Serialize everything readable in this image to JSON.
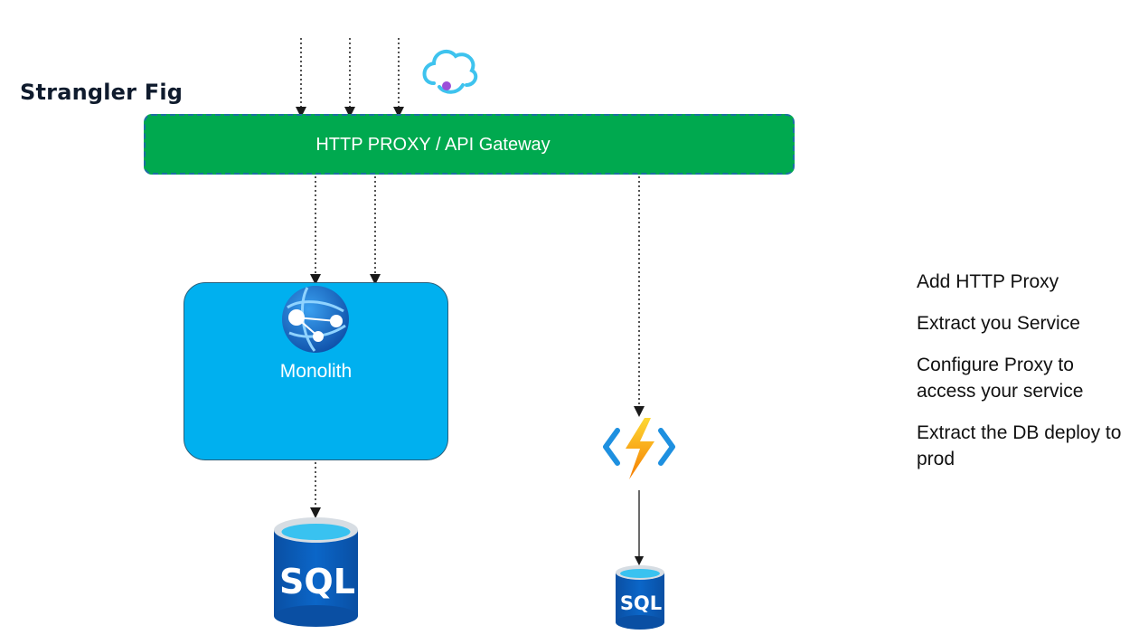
{
  "diagram": {
    "title": "Strangler Fig",
    "gateway": {
      "label": "HTTP PROXY / API Gateway",
      "fill_color": "#00a94f",
      "border_color": "#1d6fa3"
    },
    "monolith": {
      "label": "Monolith",
      "icon": "globe-app-service-icon",
      "fill_color": "#00b0ef"
    },
    "function": {
      "icon": "azure-function-icon"
    },
    "cloud": {
      "icon": "cloud-api-management-icon"
    },
    "databases": [
      {
        "label": "SQL",
        "icon": "sql-database-icon"
      },
      {
        "label": "SQL",
        "icon": "sql-database-icon"
      }
    ],
    "steps": [
      "Add HTTP Proxy",
      "Extract you Service",
      "Configure Proxy to access your service",
      "Extract the DB deploy to prod"
    ],
    "colors": {
      "arrow": "#1a1a1a",
      "db_blue": "#0a5db8",
      "db_light": "#39c2f0"
    }
  }
}
